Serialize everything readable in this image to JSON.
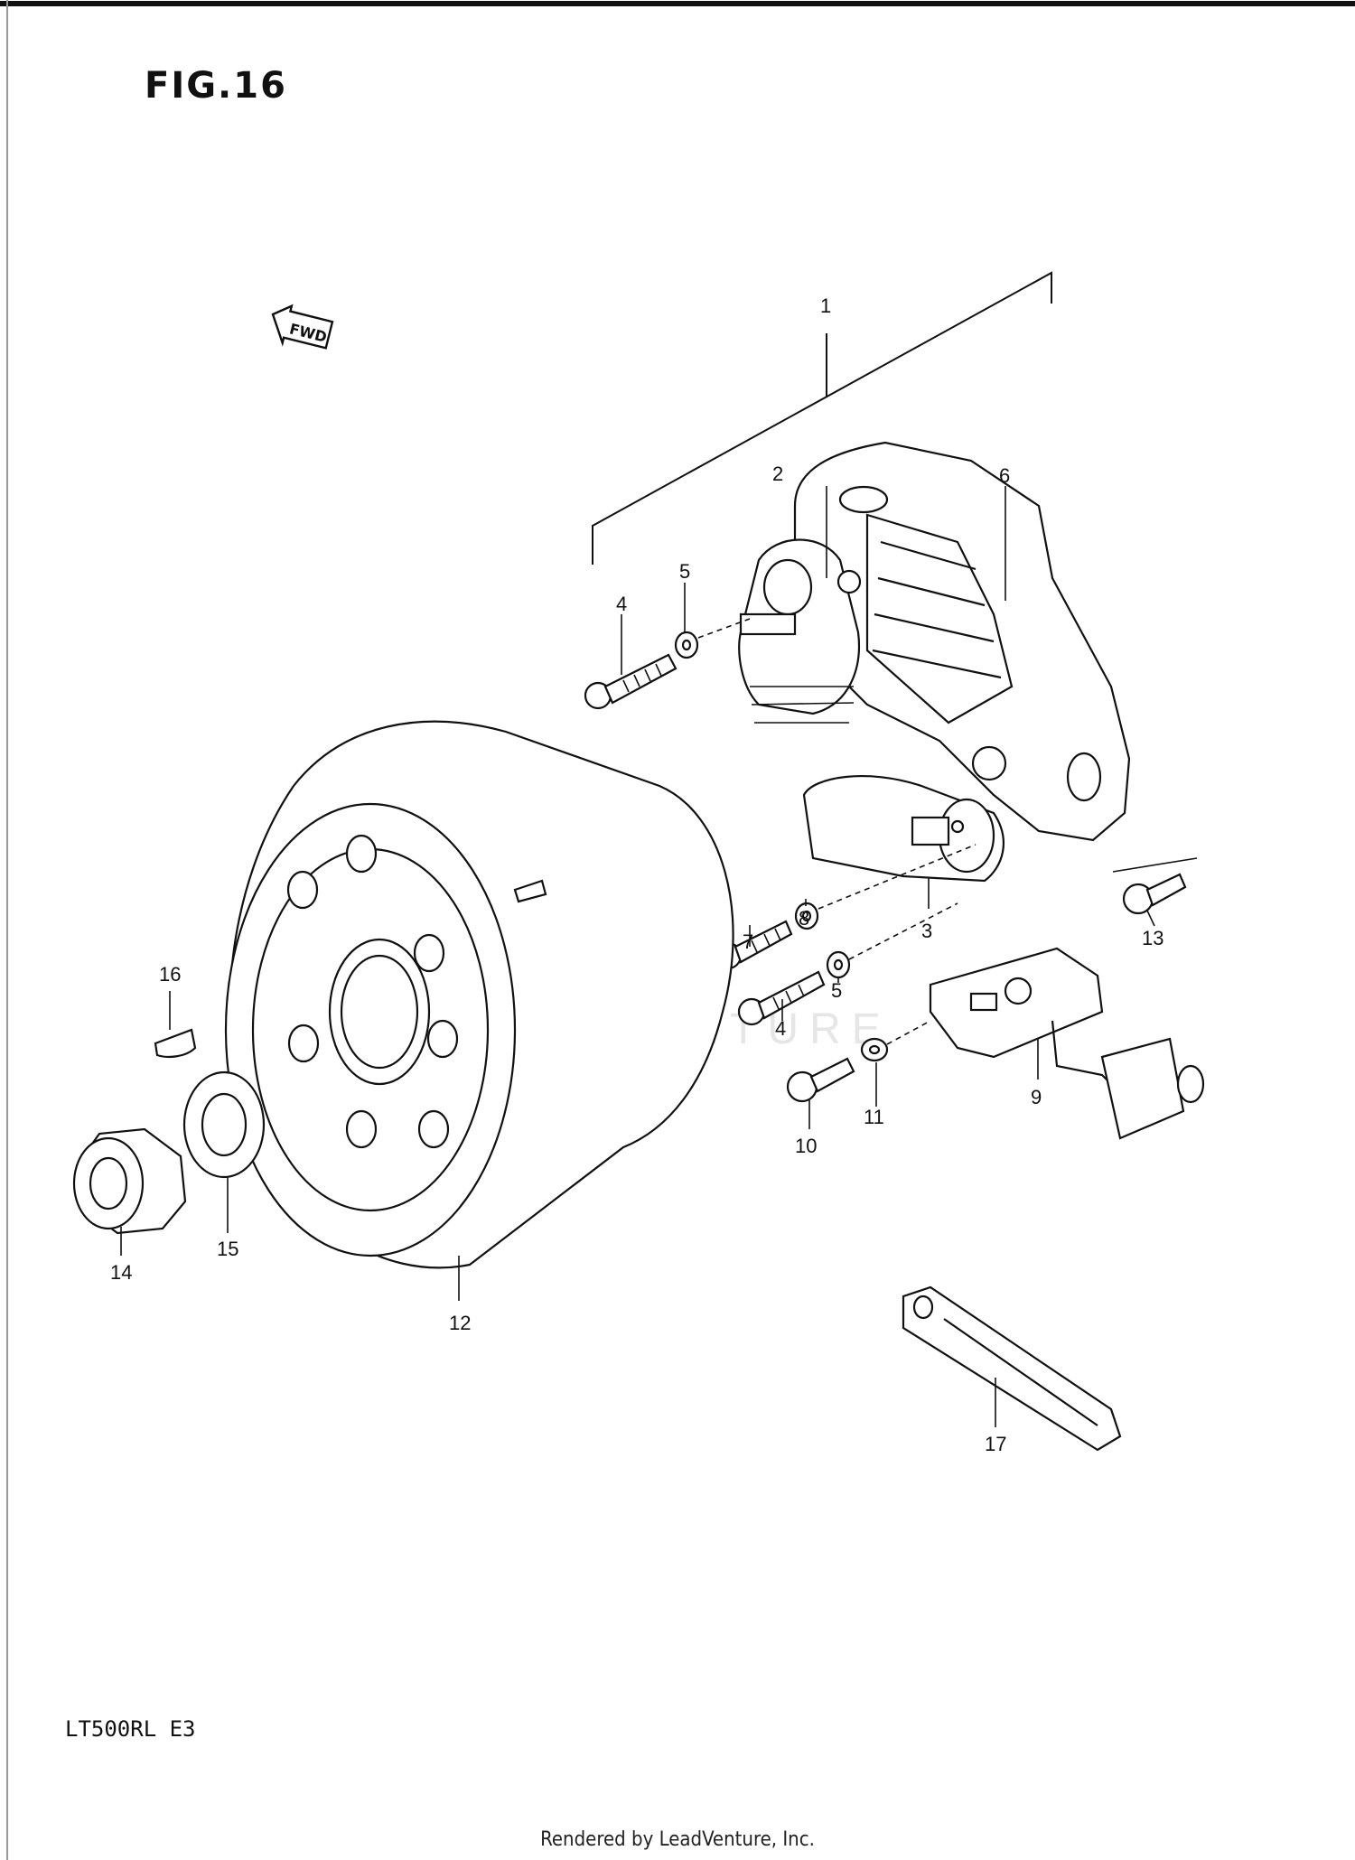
{
  "figure": {
    "title": "FIG.16",
    "model_code": "LT500RL  E3",
    "footer": "Rendered by LeadVenture, Inc.",
    "watermark": "LEADVENTURE",
    "direction_marker": "FWD"
  },
  "callouts": {
    "c1": "1",
    "c2": "2",
    "c3": "3",
    "c4a": "4",
    "c4b": "4",
    "c5a": "5",
    "c5b": "5",
    "c6": "6",
    "c7": "7",
    "c8": "8",
    "c9": "9",
    "c10": "10",
    "c11": "11",
    "c12": "12",
    "c13": "13",
    "c14": "14",
    "c15": "15",
    "c16": "16",
    "c17": "17"
  }
}
